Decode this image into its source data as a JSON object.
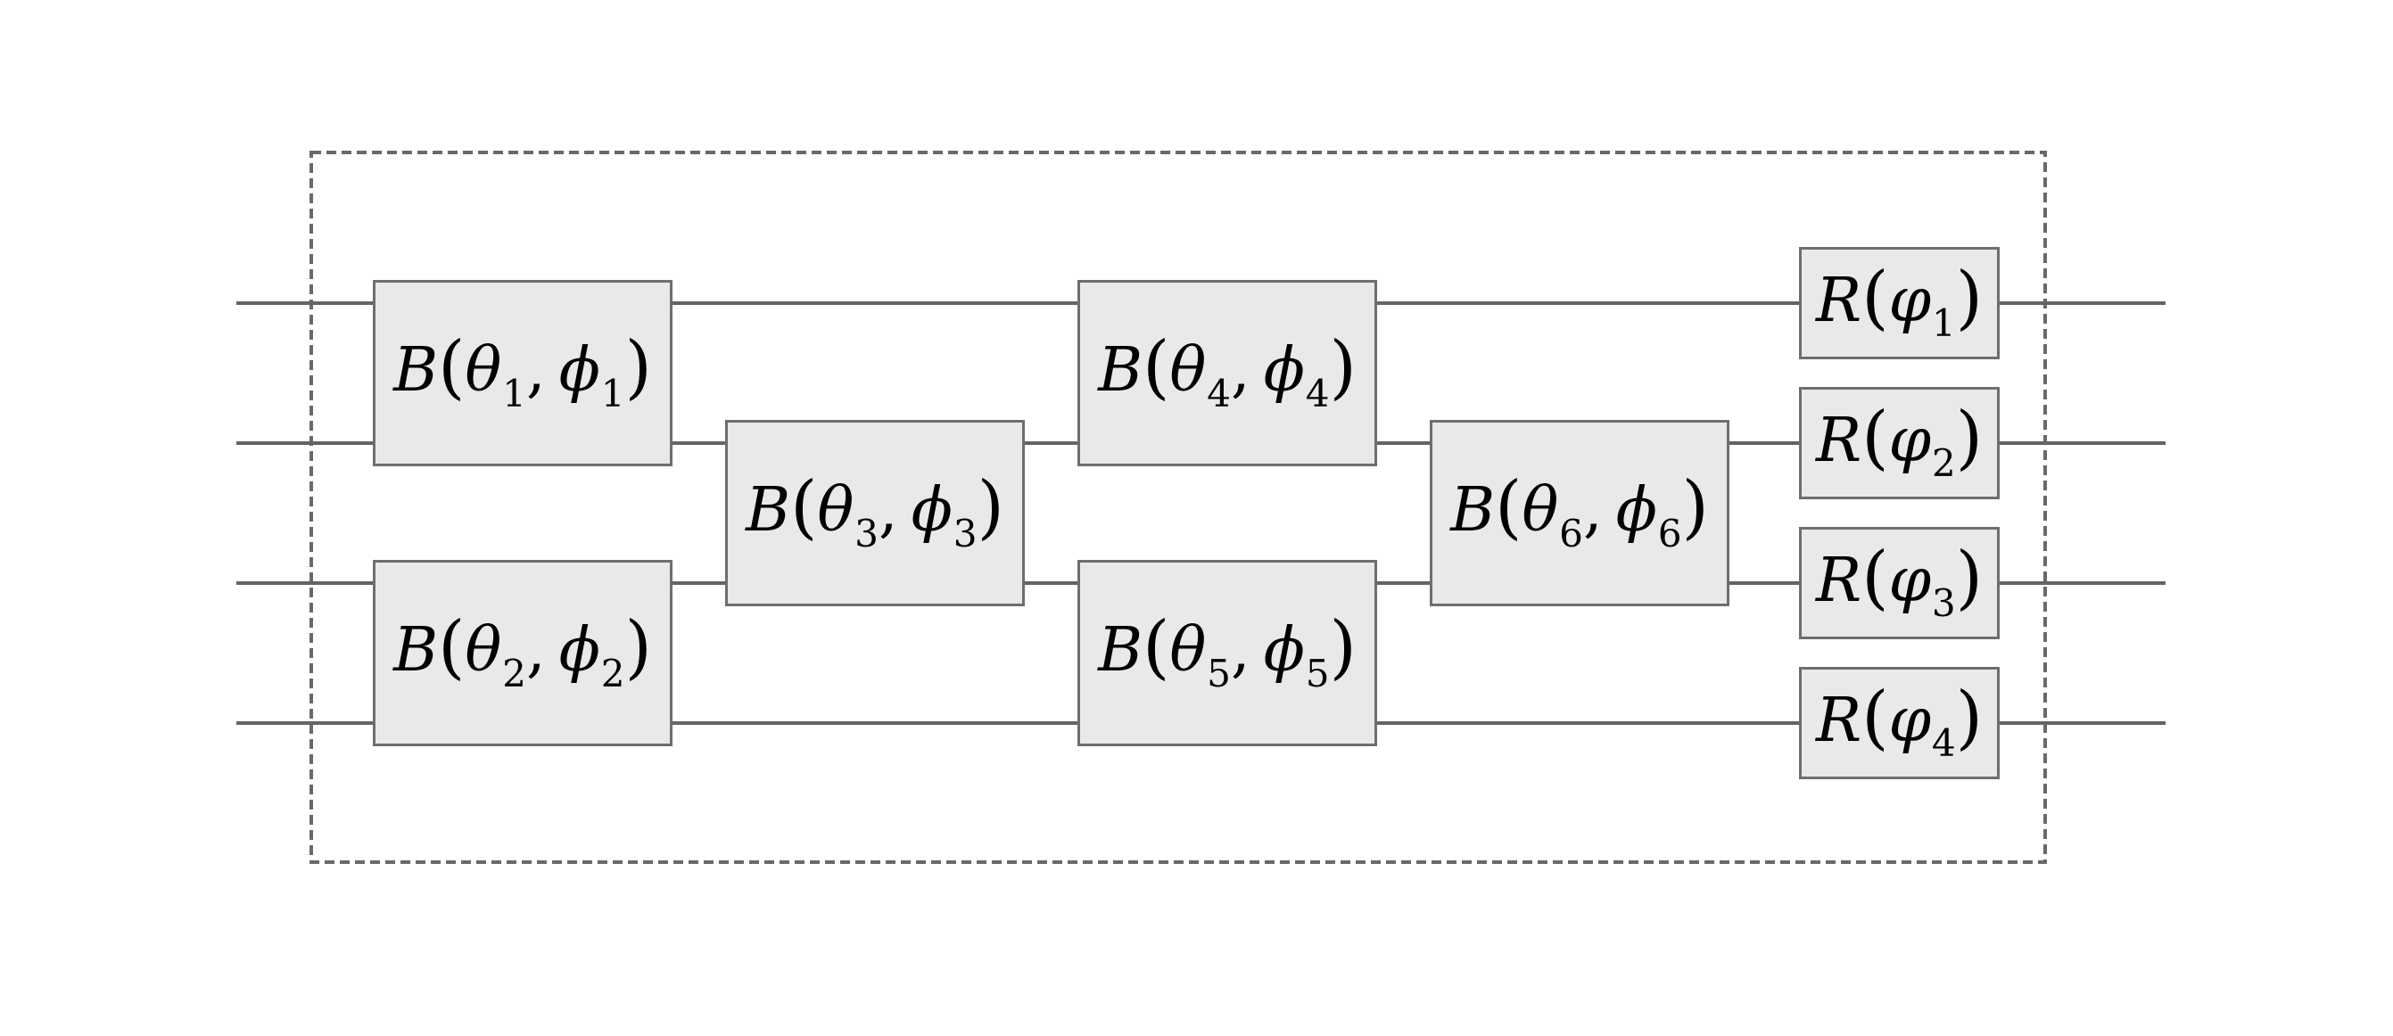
{
  "figure": {
    "kind": "photonic-interferometer-circuit",
    "background_color": "#ffffff",
    "boundary": {
      "style": "dashed",
      "color": "#696969"
    },
    "wires": {
      "count": 4,
      "color": "#646464"
    },
    "gate_style": {
      "fill": "#e9e9e9",
      "border_color": "#6e6e6e",
      "text_color": "#000000"
    },
    "gates": [
      {
        "id": "B1",
        "type": "beamsplitter",
        "function": "B",
        "label_text": "B(θ₁, ϕ₁)",
        "column": 1,
        "wires": [
          1,
          2
        ],
        "args": [
          {
            "name": "theta",
            "glyph": "θ",
            "subscript": "1"
          },
          {
            "name": "phi",
            "glyph": "ϕ",
            "subscript": "1"
          }
        ]
      },
      {
        "id": "B2",
        "type": "beamsplitter",
        "function": "B",
        "label_text": "B(θ₂, ϕ₂)",
        "column": 1,
        "wires": [
          3,
          4
        ],
        "args": [
          {
            "name": "theta",
            "glyph": "θ",
            "subscript": "2"
          },
          {
            "name": "phi",
            "glyph": "ϕ",
            "subscript": "2"
          }
        ]
      },
      {
        "id": "B3",
        "type": "beamsplitter",
        "function": "B",
        "label_text": "B(θ₃, ϕ₃)",
        "column": 2,
        "wires": [
          2,
          3
        ],
        "args": [
          {
            "name": "theta",
            "glyph": "θ",
            "subscript": "3"
          },
          {
            "name": "phi",
            "glyph": "ϕ",
            "subscript": "3"
          }
        ]
      },
      {
        "id": "B4",
        "type": "beamsplitter",
        "function": "B",
        "label_text": "B(θ₄, ϕ₄)",
        "column": 3,
        "wires": [
          1,
          2
        ],
        "args": [
          {
            "name": "theta",
            "glyph": "θ",
            "subscript": "4"
          },
          {
            "name": "phi",
            "glyph": "ϕ",
            "subscript": "4"
          }
        ]
      },
      {
        "id": "B5",
        "type": "beamsplitter",
        "function": "B",
        "label_text": "B(θ₅, ϕ₅)",
        "column": 3,
        "wires": [
          3,
          4
        ],
        "args": [
          {
            "name": "theta",
            "glyph": "θ",
            "subscript": "5"
          },
          {
            "name": "phi",
            "glyph": "ϕ",
            "subscript": "5"
          }
        ]
      },
      {
        "id": "B6",
        "type": "beamsplitter",
        "function": "B",
        "label_text": "B(θ₆, ϕ₆)",
        "column": 4,
        "wires": [
          2,
          3
        ],
        "args": [
          {
            "name": "theta",
            "glyph": "θ",
            "subscript": "6"
          },
          {
            "name": "phi",
            "glyph": "ϕ",
            "subscript": "6"
          }
        ]
      },
      {
        "id": "R1",
        "type": "phase-shifter",
        "function": "R",
        "label_text": "R(φ₁)",
        "column": 5,
        "wires": [
          1
        ],
        "args": [
          {
            "name": "varphi",
            "glyph": "φ",
            "subscript": "1"
          }
        ]
      },
      {
        "id": "R2",
        "type": "phase-shifter",
        "function": "R",
        "label_text": "R(φ₂)",
        "column": 5,
        "wires": [
          2
        ],
        "args": [
          {
            "name": "varphi",
            "glyph": "φ",
            "subscript": "2"
          }
        ]
      },
      {
        "id": "R3",
        "type": "phase-shifter",
        "function": "R",
        "label_text": "R(φ₃)",
        "column": 5,
        "wires": [
          3
        ],
        "args": [
          {
            "name": "varphi",
            "glyph": "φ",
            "subscript": "3"
          }
        ]
      },
      {
        "id": "R4",
        "type": "phase-shifter",
        "function": "R",
        "label_text": "R(φ₄)",
        "column": 5,
        "wires": [
          4
        ],
        "args": [
          {
            "name": "varphi",
            "glyph": "φ",
            "subscript": "4"
          }
        ]
      }
    ]
  }
}
